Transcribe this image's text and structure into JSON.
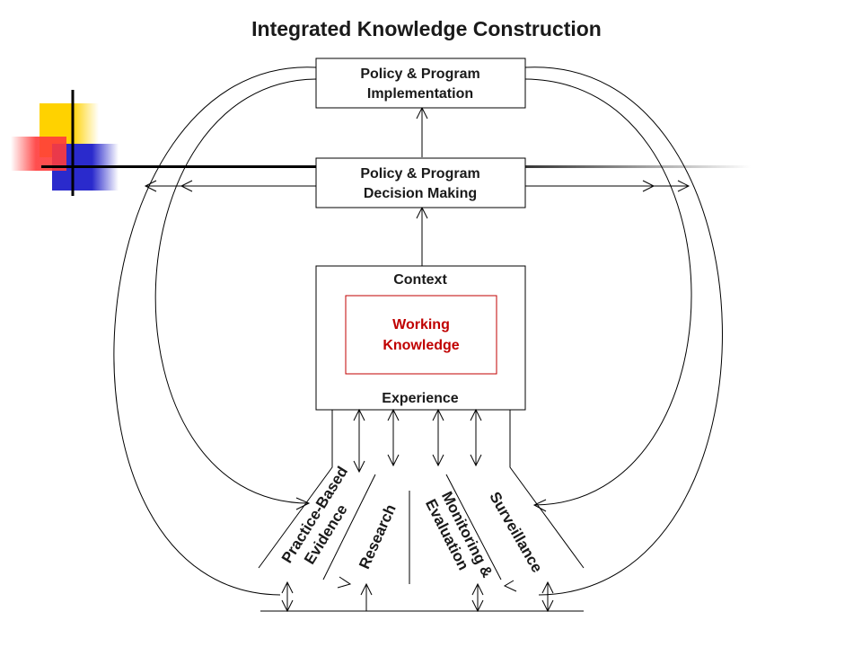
{
  "title": "Integrated Knowledge Construction",
  "boxes": {
    "implementation": {
      "line1": "Policy & Program",
      "line2": "Implementation"
    },
    "decision": {
      "line1": "Policy & Program",
      "line2": "Decision Making"
    },
    "context": {
      "top": "Context",
      "bottom": "Experience"
    },
    "working_knowledge": {
      "line1": "Working",
      "line2": "Knowledge"
    }
  },
  "streams": {
    "practice": {
      "line1": "Practice-Based",
      "line2": "Evidence"
    },
    "research": {
      "line1": "Research"
    },
    "monitoring": {
      "line1": "Monitoring &",
      "line2": "Evaluation"
    },
    "surveillance": {
      "line1": "Surveillance"
    }
  },
  "colors": {
    "working_knowledge_text": "#c00000",
    "working_knowledge_border": "#c00000",
    "deco_yellow": "#ffd200",
    "deco_red": "#ff3b3b",
    "deco_blue": "#2a2acc"
  }
}
